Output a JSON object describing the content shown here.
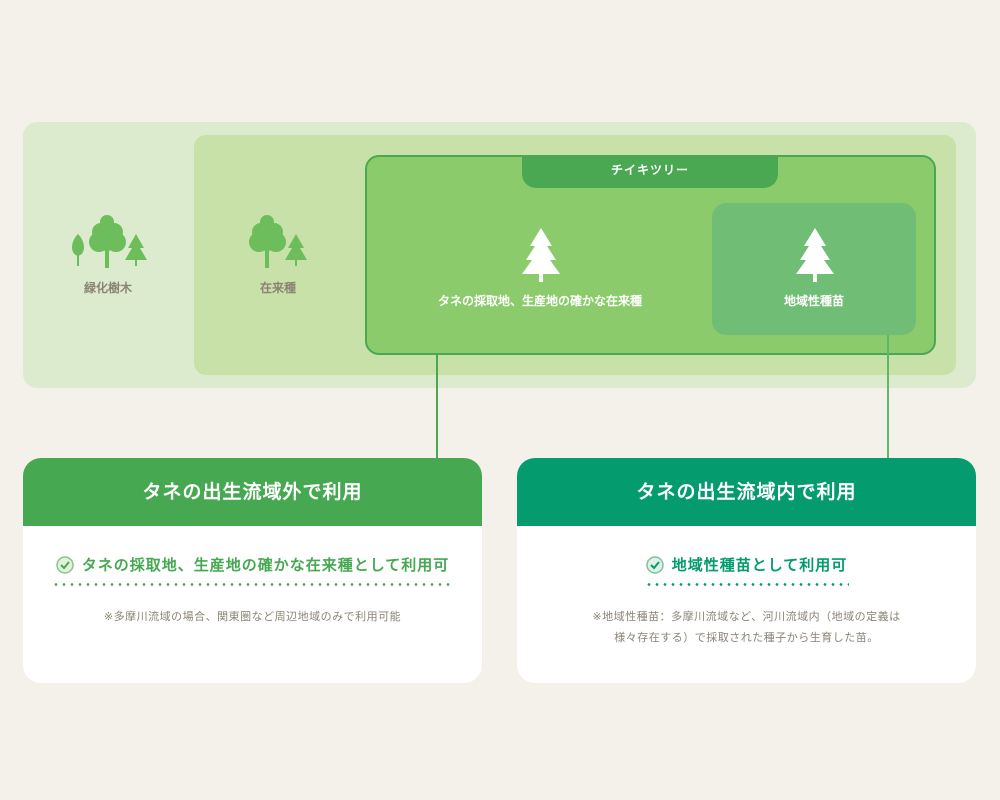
{
  "diagram": {
    "outer_label": "緑化樹木",
    "middle_label": "在来種",
    "inner_tab": "チイキツリー",
    "inner_label": "タネの採取地、生産地の確かな在来種",
    "local_label": "地域性種苗"
  },
  "cards": [
    {
      "title": "タネの出生流域外で利用",
      "check": "タネの採取地、生産地の確かな在来種として利用可",
      "note_lines": [
        "※多摩川流域の場合、関東圏など周辺地域のみで利用可能"
      ],
      "color": "#46a851"
    },
    {
      "title": "タネの出生流域内で利用",
      "check": "地域性種苗として利用可",
      "note_lines": [
        "※地域性種苗：多摩川流域など、河川流域内（地域の定義は",
        "様々存在する）で採取された種子から生育した苗。"
      ],
      "color": "#049b6f"
    }
  ]
}
